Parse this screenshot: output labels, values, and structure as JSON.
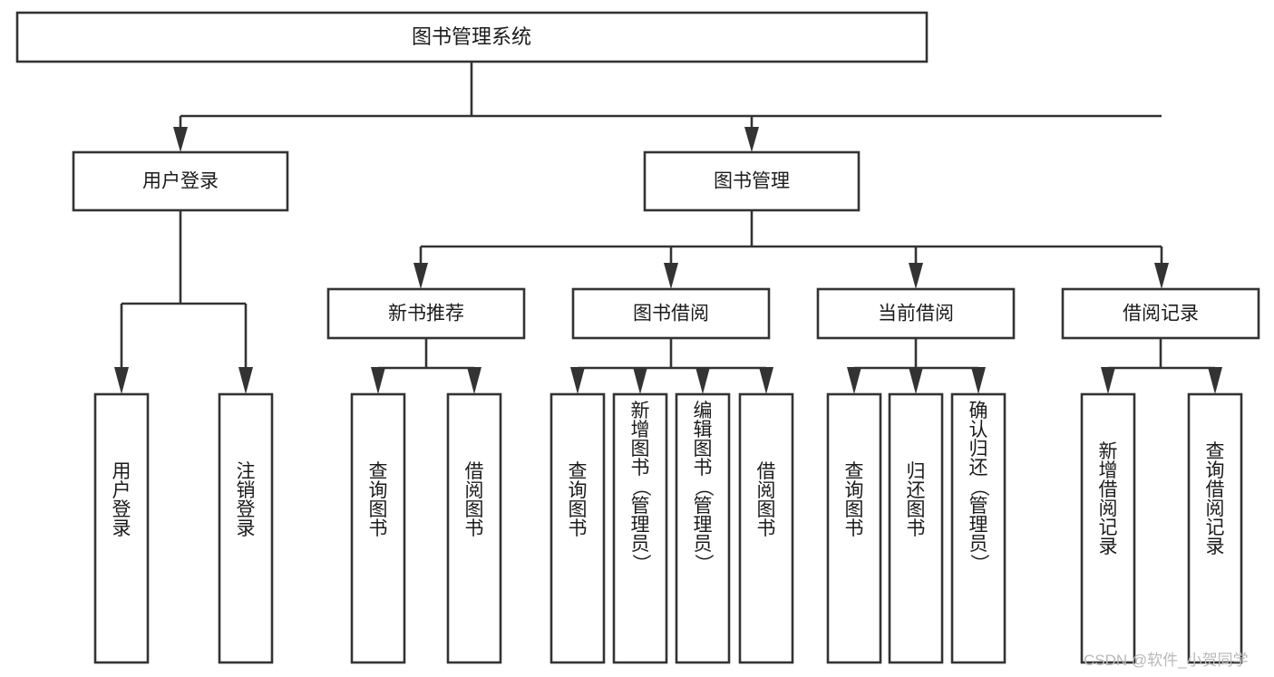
{
  "diagram": {
    "type": "tree-hierarchy",
    "title": "图书管理系统",
    "orientation": "top-down",
    "colors": {
      "box_stroke": "#333333",
      "box_fill": "#ffffff",
      "text": "#1b1b1b",
      "background": "#ffffff",
      "watermark": "#b9b9b9"
    },
    "root": {
      "label": "图书管理系统"
    },
    "level2": [
      {
        "label": "用户登录"
      },
      {
        "label": "图书管理"
      }
    ],
    "level3": [
      {
        "label": "新书推荐"
      },
      {
        "label": "图书借阅"
      },
      {
        "label": "当前借阅"
      },
      {
        "label": "借阅记录"
      }
    ],
    "leaves": {
      "user_login": [
        {
          "label": "用户登录",
          "chars": [
            "用",
            "户",
            "登",
            "录"
          ]
        },
        {
          "label": "注销登录",
          "chars": [
            "注",
            "销",
            "登",
            "录"
          ]
        }
      ],
      "new_book_recommend": [
        {
          "label": "查询图书",
          "chars": [
            "查",
            "询",
            "图",
            "书"
          ]
        },
        {
          "label": "借阅图书",
          "chars": [
            "借",
            "阅",
            "图",
            "书"
          ]
        }
      ],
      "book_borrow": [
        {
          "label": "查询图书",
          "chars": [
            "查",
            "询",
            "图",
            "书"
          ]
        },
        {
          "label": "新增图书（管理员）",
          "chars": [
            "新",
            "增",
            "图",
            "书",
            "（",
            "管",
            "理",
            "员",
            "）"
          ]
        },
        {
          "label": "编辑图书（管理员）",
          "chars": [
            "编",
            "辑",
            "图",
            "书",
            "（",
            "管",
            "理",
            "员",
            "）"
          ]
        },
        {
          "label": "借阅图书",
          "chars": [
            "借",
            "阅",
            "图",
            "书"
          ]
        }
      ],
      "current_borrow": [
        {
          "label": "查询图书",
          "chars": [
            "查",
            "询",
            "图",
            "书"
          ]
        },
        {
          "label": "归还图书",
          "chars": [
            "归",
            "还",
            "图",
            "书"
          ]
        },
        {
          "label": "确认归还（管理员）",
          "chars": [
            "确",
            "认",
            "归",
            "还",
            "（",
            "管",
            "理",
            "员",
            "）"
          ]
        }
      ],
      "borrow_record": [
        {
          "label": "新增借阅记录",
          "chars": [
            "新",
            "增",
            "借",
            "阅",
            "记",
            "录"
          ]
        },
        {
          "label": "查询借阅记录",
          "chars": [
            "查",
            "询",
            "借",
            "阅",
            "记",
            "录"
          ]
        }
      ]
    },
    "watermark": "CSDN @软件_小贺同学"
  }
}
